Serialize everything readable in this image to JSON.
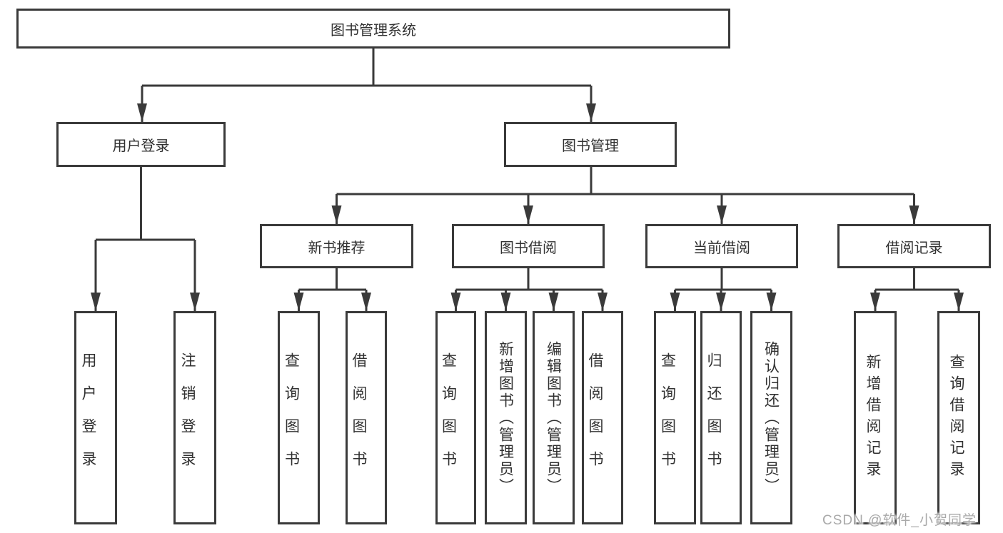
{
  "diagram": {
    "type": "function-structure-tree",
    "tree": {
      "label": "图书管理系统",
      "children": [
        {
          "label": "用户登录",
          "children": [
            {
              "label": "用户登录"
            },
            {
              "label": "注销登录"
            }
          ]
        },
        {
          "label": "图书管理",
          "children": [
            {
              "label": "新书推荐",
              "children": [
                {
                  "label": "查询图书"
                },
                {
                  "label": "借阅图书"
                }
              ]
            },
            {
              "label": "图书借阅",
              "children": [
                {
                  "label": "查询图书"
                },
                {
                  "label": "新增图书（管理员）"
                },
                {
                  "label": "编辑图书（管理员）"
                },
                {
                  "label": "借阅图书"
                }
              ]
            },
            {
              "label": "当前借阅",
              "children": [
                {
                  "label": "查询图书"
                },
                {
                  "label": "归还图书"
                },
                {
                  "label": "确认归还（管理员）"
                }
              ]
            },
            {
              "label": "借阅记录",
              "children": [
                {
                  "label": "新增借阅记录"
                },
                {
                  "label": "查询借阅记录"
                }
              ]
            }
          ]
        }
      ]
    },
    "colors": {
      "line": "#3a3a3a",
      "text": "#313131",
      "background": "#ffffff",
      "watermark": "#a9a9a9"
    }
  },
  "watermark": {
    "text": "CSDN @软件_小贺同学"
  }
}
